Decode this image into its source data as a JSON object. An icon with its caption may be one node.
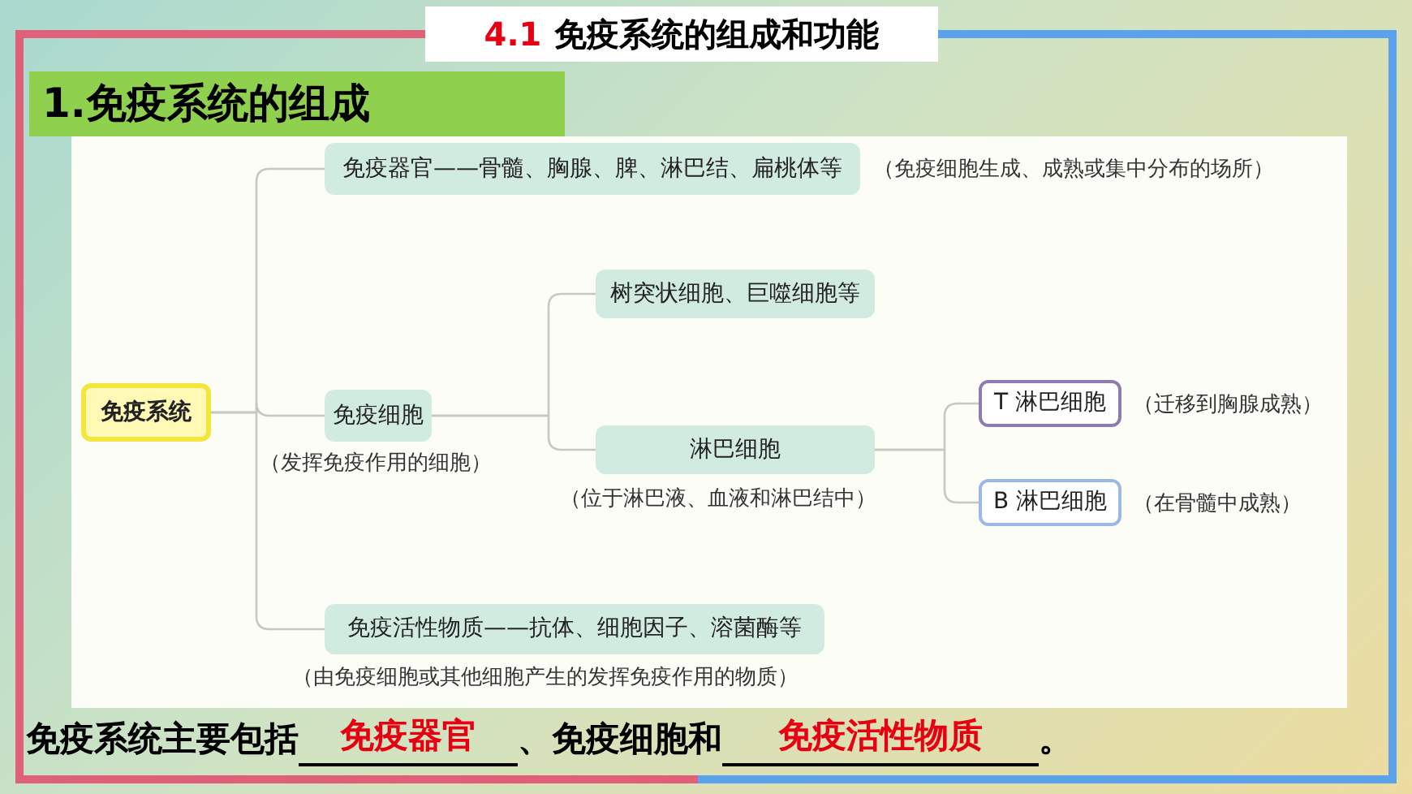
{
  "diagram": {
    "title": "4.1 免疫系统的组成和功能",
    "nodes": [
      {
        "text": [
          "免疫系统"
        ]
      },
      {
        "text": [
          "免疫器官——骨髓、胸腺、脾、淋巴结、扁桃体等"
        ],
        "beside": [
          "（免疫细胞生成、成熟或集中分布的场所）"
        ]
      },
      {
        "text": [
          "免疫细胞"
        ],
        "beside": [
          "（发挥免疫作用的细胞）"
        ]
      },
      {
        "text": [
          "树突状细胞、巨噬细胞等"
        ]
      },
      {
        "text": [
          "淋巴细胞"
        ],
        "beside": [
          "（位于淋巴液、血液和淋巴结中）"
        ]
      },
      {
        "text": [
          "T 淋巴细胞"
        ],
        "beside": [
          "（迁移到胸腺成熟）"
        ]
      },
      {
        "text": [
          "B 淋巴细胞"
        ],
        "beside": [
          "（在骨髓中成熟）"
        ]
      },
      {
        "text": [
          "免疫活性物质——抗体、细胞因子、溶菌酶等"
        ],
        "beside": [
          "（由免疫细胞或其他细胞产生的发挥免疫作用的物质）"
        ]
      }
    ],
    "edges": [
      {
        "from": 0,
        "to": 1,
        "arrow": "none"
      },
      {
        "from": 0,
        "to": 2,
        "arrow": "none"
      },
      {
        "from": 0,
        "to": 7,
        "arrow": "none"
      },
      {
        "from": 2,
        "to": 3,
        "arrow": "none"
      },
      {
        "from": 2,
        "to": 4,
        "arrow": "none"
      },
      {
        "from": 4,
        "to": 5,
        "arrow": "none"
      },
      {
        "from": 4,
        "to": 6,
        "arrow": "none"
      }
    ],
    "labels": [
      "1.免疫系统的组成",
      "免疫系统主要包括",
      "免疫器官",
      "、免疫细胞和",
      "免疫活性物质",
      "。"
    ]
  }
}
